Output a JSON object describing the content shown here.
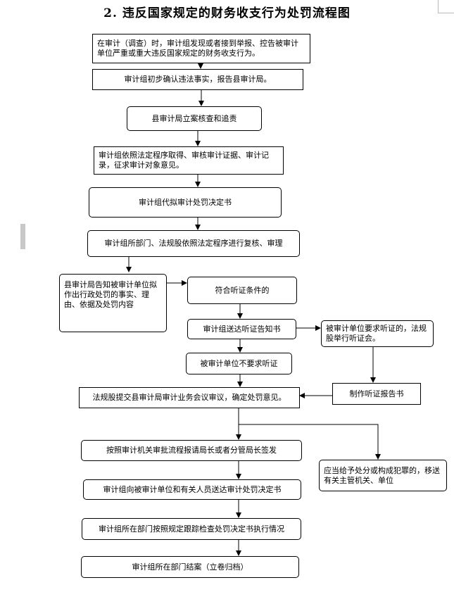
{
  "title": "2. 违反国家规定的财务收支行为处罚流程图",
  "steps": {
    "s1": "在审计（调查）时，审计组发现或者接到举报、控告被审计单位严重或重大违反国家规定的财务收支行为。",
    "s2": "审计组初步确认违法事实，报告县审计局。",
    "s3": "县审计局立案核查和追责",
    "s4": "审计组依照法定程序取得、审核审计证据、审计记录，征求审计对象意见。",
    "s5": "审计组代拟审计处罚决定书",
    "s6": "审计组所部门、法规股依照法定程序进行复核、审理",
    "s7": "县审计局告知被审计单位拟作出行政处罚的事实、理由、依据及处罚内容",
    "s8": "符合听证条件的",
    "s9": "审计组送达听证告知书",
    "s10": "被审计单位要求听证的，法规股举行听证会。",
    "s11": "被审计单位不要求听证",
    "s12": "法规股提交县审计局审计业务会议审议，确定处罚意见。",
    "s13": "制作听证报告书",
    "s14": "按照审计机关审批流程报请局长或者分管局长签发",
    "s15": "应当给予处分或构成犯罪的，移送有关主管机关、单位",
    "s16": "审计组向被审计单位和有关人员送达审计处罚决定书",
    "s17": "审计组所在部门按照规定跟踪检查处罚决定书执行情况",
    "s18": "审计组所在部门结案（立卷归档）"
  }
}
